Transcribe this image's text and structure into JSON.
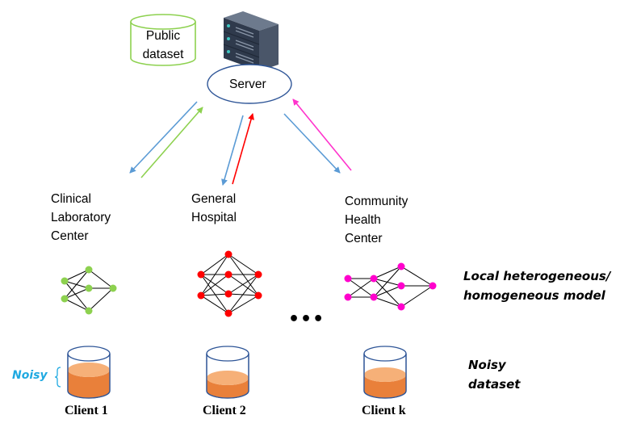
{
  "public_dataset": {
    "line1": "Public",
    "line2": "dataset"
  },
  "server": {
    "label": "Server"
  },
  "sites": [
    {
      "lines": [
        "Clinical",
        "Laboratory",
        "Center"
      ],
      "arrow_color": "#8dd14f"
    },
    {
      "lines": [
        "General",
        "Hospital"
      ],
      "arrow_color": "#ff0000"
    },
    {
      "lines": [
        "Community",
        "Health",
        "Center"
      ],
      "arrow_color": "#ff33cc"
    }
  ],
  "downlink_color": "#5b9bd5",
  "models": [
    {
      "node_color": "#8dd14f"
    },
    {
      "node_color": "#ff0000"
    },
    {
      "node_color": "#ff00cc"
    }
  ],
  "ellipsis": "•••",
  "legend": {
    "model_line1": "Local heterogeneous/",
    "model_line2": "homogeneous model",
    "dataset_line1": "Noisy",
    "dataset_line2": "dataset"
  },
  "noisy_tag": {
    "text": "Noisy",
    "color": "#1fa9e1"
  },
  "clients": [
    "Client 1",
    "Client 2",
    "Client k"
  ],
  "colors": {
    "dataset_fill": "#e9803a",
    "dataset_top": "#f6b078",
    "cylinder_outline": "#2e5597"
  }
}
